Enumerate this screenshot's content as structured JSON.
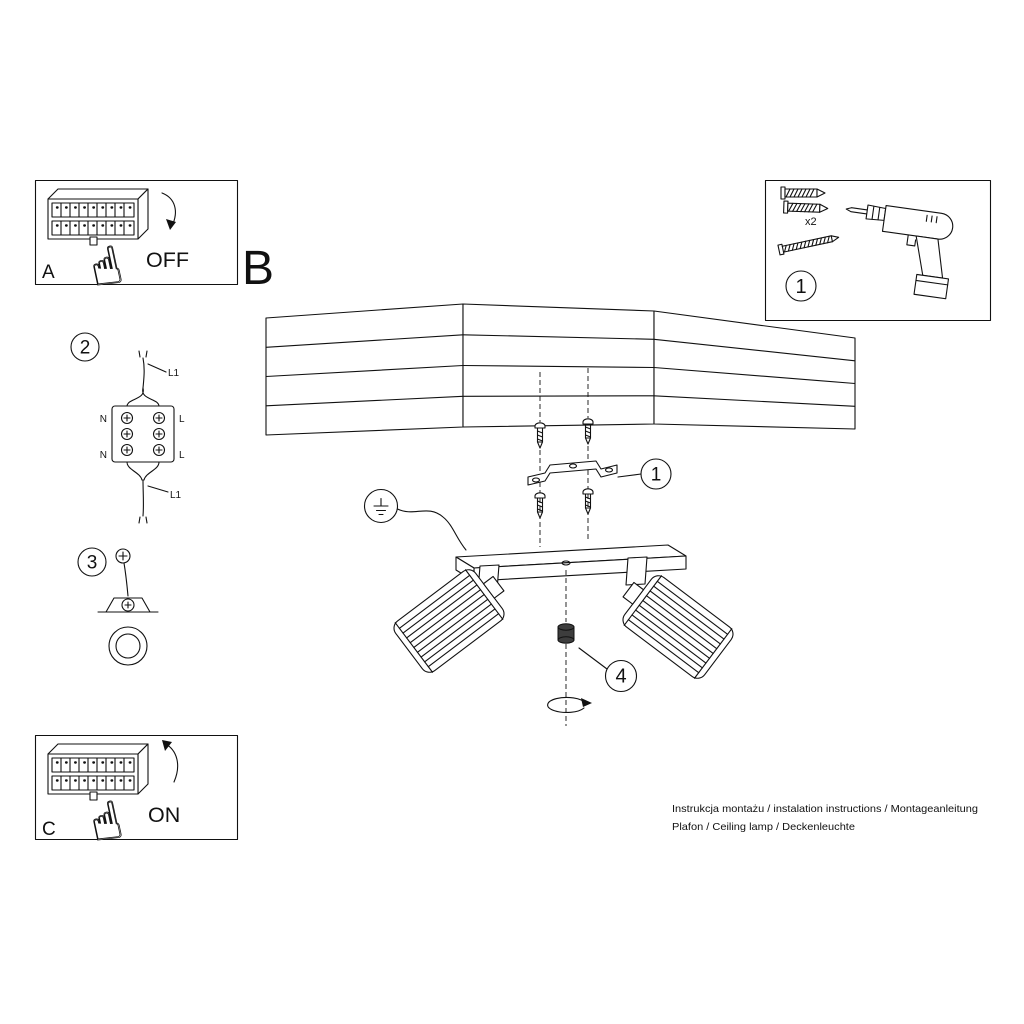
{
  "sections": {
    "a": "A",
    "b": "B",
    "c": "C"
  },
  "switch": {
    "off": "OFF",
    "on": "ON"
  },
  "callouts": {
    "box1": "1",
    "bracket": "1",
    "wiring": "2",
    "ground": "3",
    "cap": "4"
  },
  "hardware": {
    "plug_qty": "x2"
  },
  "wiring": {
    "l1_top": "L1",
    "n_top": "N",
    "l_top": "L",
    "n_bottom": "N",
    "l_bottom": "L",
    "l1_bottom": "L1"
  },
  "icons": {
    "pointing_hand": "☝"
  },
  "footer": {
    "line1": "Instrukcja montażu / instalation instructions / Montageanleitung",
    "line2": "Plafon / Ceiling lamp / Deckenleuchte"
  }
}
